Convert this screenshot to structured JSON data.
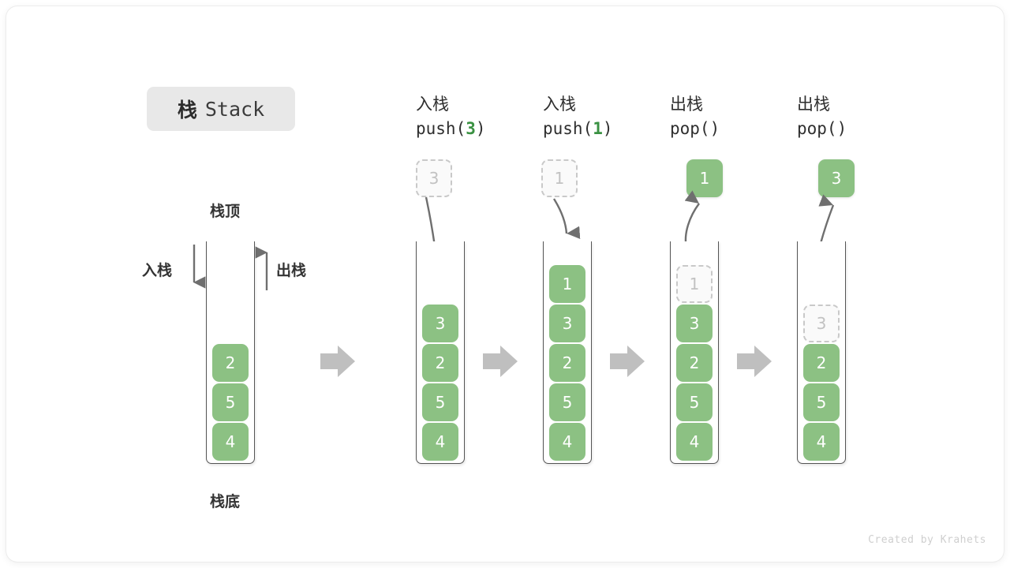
{
  "title": {
    "cn": "栈",
    "en": "Stack"
  },
  "colors": {
    "element": "#8cc183",
    "ghost_text": "#c2c2c2",
    "ghost_border": "#c9c9c9",
    "accent_number": "#3a9142",
    "arrow": "#6f6f6f",
    "flow_arrow": "#bfbfbf",
    "container_border": "#555555",
    "badge_bg": "#e8e8e8"
  },
  "overview": {
    "top_label": "栈顶",
    "bottom_label": "栈底",
    "push_label": "入栈",
    "pop_label": "出栈",
    "stack": [
      "2",
      "5",
      "4"
    ]
  },
  "steps": [
    {
      "op_cn": "入栈",
      "op_code_prefix": "push(",
      "op_code_num": "3",
      "op_code_suffix": ")",
      "float_value": "3",
      "float_kind": "ghost",
      "arrow_dir": "down",
      "stack": [
        "3",
        "2",
        "5",
        "4"
      ],
      "ghost_top": null
    },
    {
      "op_cn": "入栈",
      "op_code_prefix": "push(",
      "op_code_num": "1",
      "op_code_suffix": ")",
      "float_value": "1",
      "float_kind": "ghost",
      "arrow_dir": "down",
      "stack": [
        "1",
        "3",
        "2",
        "5",
        "4"
      ],
      "ghost_top": null
    },
    {
      "op_cn": "出栈",
      "op_code_prefix": "pop(",
      "op_code_num": "",
      "op_code_suffix": ")",
      "float_value": "1",
      "float_kind": "filled",
      "arrow_dir": "up",
      "stack": [
        "3",
        "2",
        "5",
        "4"
      ],
      "ghost_top": "1"
    },
    {
      "op_cn": "出栈",
      "op_code_prefix": "pop(",
      "op_code_num": "",
      "op_code_suffix": ")",
      "float_value": "3",
      "float_kind": "filled",
      "arrow_dir": "up",
      "stack": [
        "2",
        "5",
        "4"
      ],
      "ghost_top": "3"
    }
  ],
  "credit": "Created by Krahets"
}
